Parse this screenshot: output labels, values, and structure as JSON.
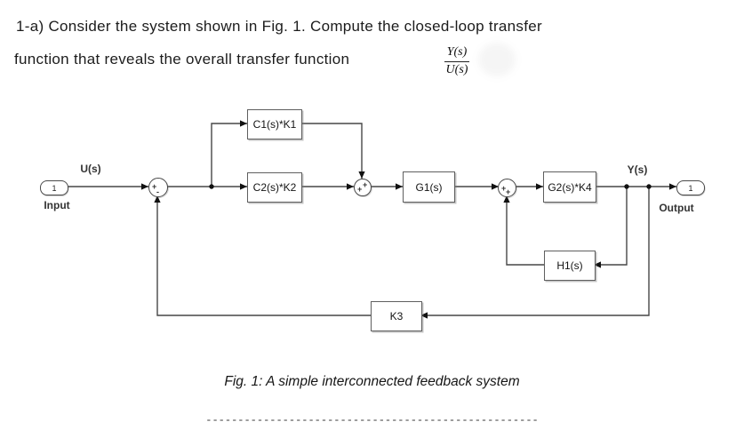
{
  "problem": {
    "line1": "1-a) Consider the system shown in Fig. 1. Compute the closed-loop transfer",
    "line2_prefix": "function that reveals the overall transfer function",
    "fraction": {
      "numerator": "Y(s)",
      "denominator": "U(s)"
    }
  },
  "diagram": {
    "input": {
      "port_value": "1",
      "signal": "U(s)",
      "label": "Input"
    },
    "output": {
      "port_value": "1",
      "signal": "Y(s)",
      "label": "Output"
    },
    "blocks": {
      "c1": "C1(s)*K1",
      "c2": "C2(s)*K2",
      "g1": "G1(s)",
      "g2": "G2(s)*K4",
      "h1": "H1(s)",
      "k3": "K3"
    },
    "sums": {
      "sum1": {
        "left": "+",
        "bottom": "-"
      },
      "sum2": {
        "top": "+",
        "left": "+"
      },
      "sum3": {
        "left": "+",
        "bottom": "+"
      }
    },
    "wire_color": "#474747"
  },
  "caption": "Fig. 1: A simple interconnected feedback system",
  "divider": "----------------------------------------------------"
}
